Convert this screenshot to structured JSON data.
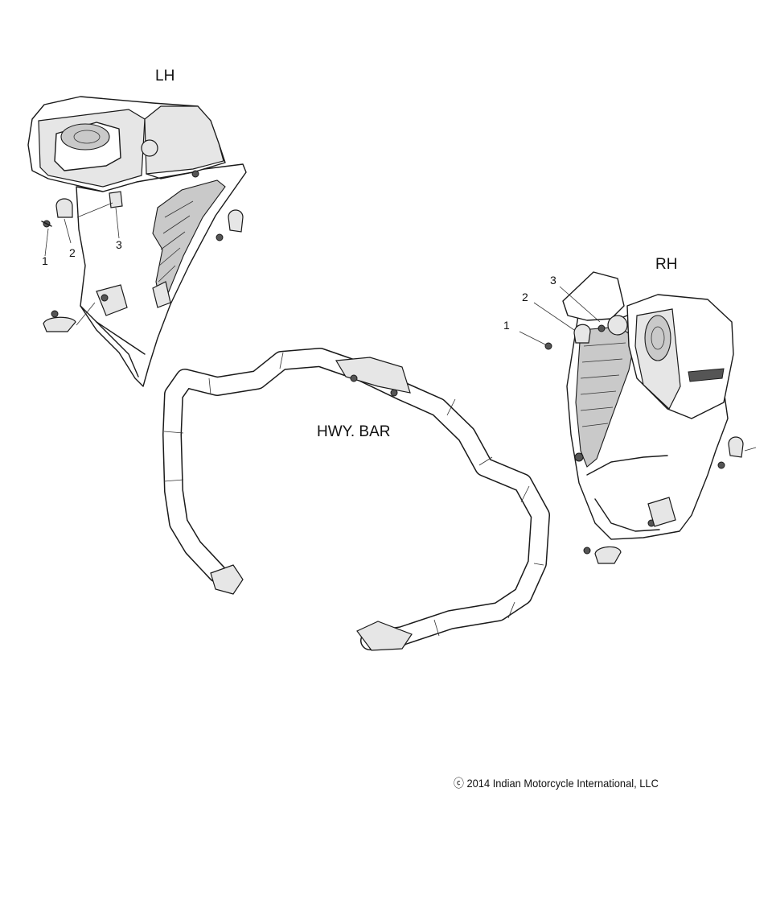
{
  "labels": {
    "lh": "LH",
    "rh": "RH",
    "hwy_bar": "HWY. BAR",
    "copyright": "ⓒ 2014 Indian Motorcycle International, LLC"
  },
  "callouts": {
    "lh": [
      "1",
      "2",
      "3"
    ],
    "rh": [
      "1",
      "2",
      "3"
    ]
  }
}
